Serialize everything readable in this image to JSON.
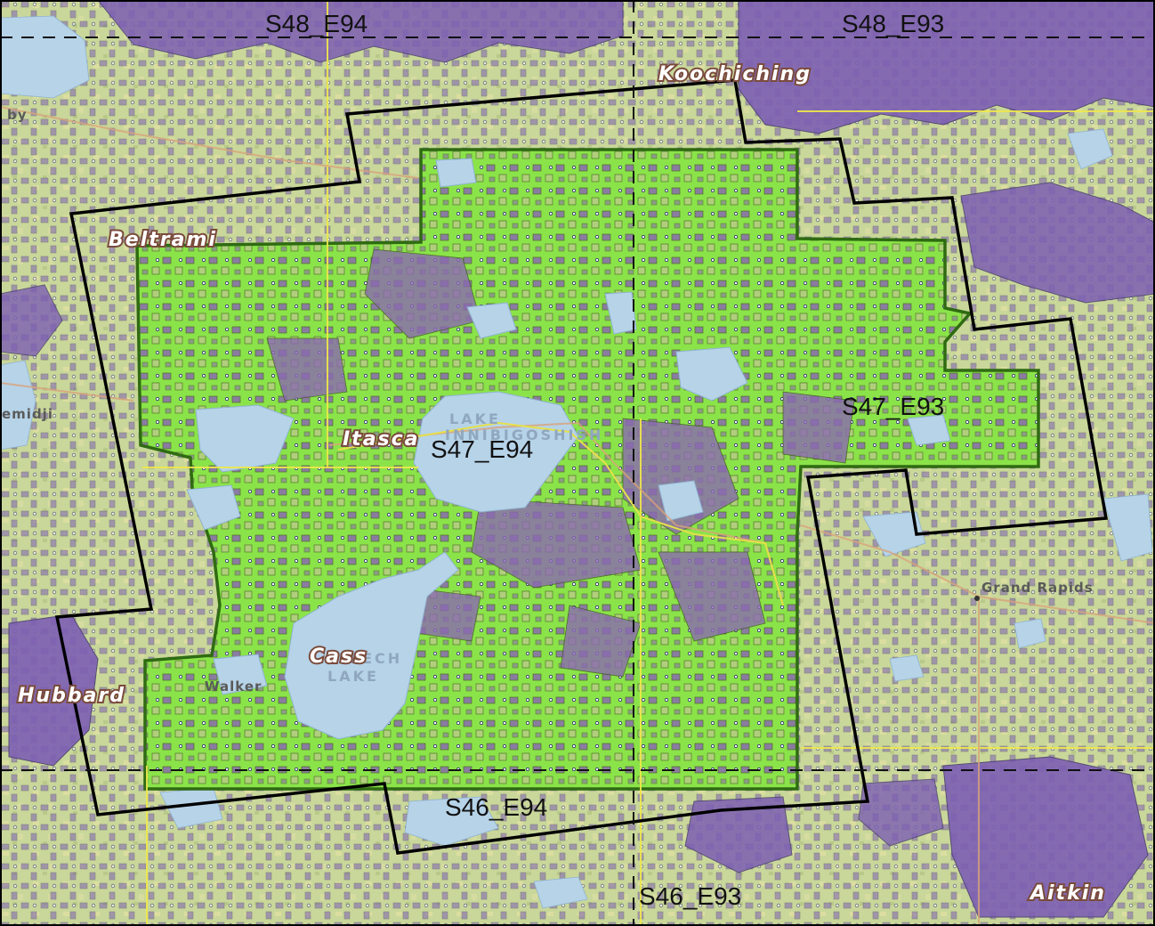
{
  "colors": {
    "base_land": "#c9d79a",
    "base_land_dark": "#b9c988",
    "water": "#b6d3e8",
    "public_land": "#7d5fb3",
    "public_land_edge": "#4a3f6e",
    "study_area": "#8be34a",
    "study_area_edge": "#2f6b12",
    "boundary": "#000000",
    "county_line": "#f0e84a",
    "road": "#d9a27a"
  },
  "counties": {
    "koochiching": "Koochiching",
    "beltrami": "Beltrami",
    "itasca": "Itasca",
    "cass": "Cass",
    "hubbard": "Hubbard",
    "aitkin": "Aitkin"
  },
  "grid_cells": {
    "s48_e94": "S48_E94",
    "s48_e93": "S48_E93",
    "s47_e94": "S47_E94",
    "s47_e93": "S47_E93",
    "s46_e94": "S46_E94",
    "s46_e93": "S46_E93"
  },
  "places": {
    "grand_rapids": "Grand Rapids",
    "walker": "Walker",
    "bemidji_fragment": "emidji",
    "by_fragment": "by"
  },
  "lakes": {
    "winnibigoshish_1": "LAKE",
    "winnibigoshish_2": "INNIBIGOSHISH",
    "leech_1": "LEECH",
    "leech_2": "LAKE"
  }
}
